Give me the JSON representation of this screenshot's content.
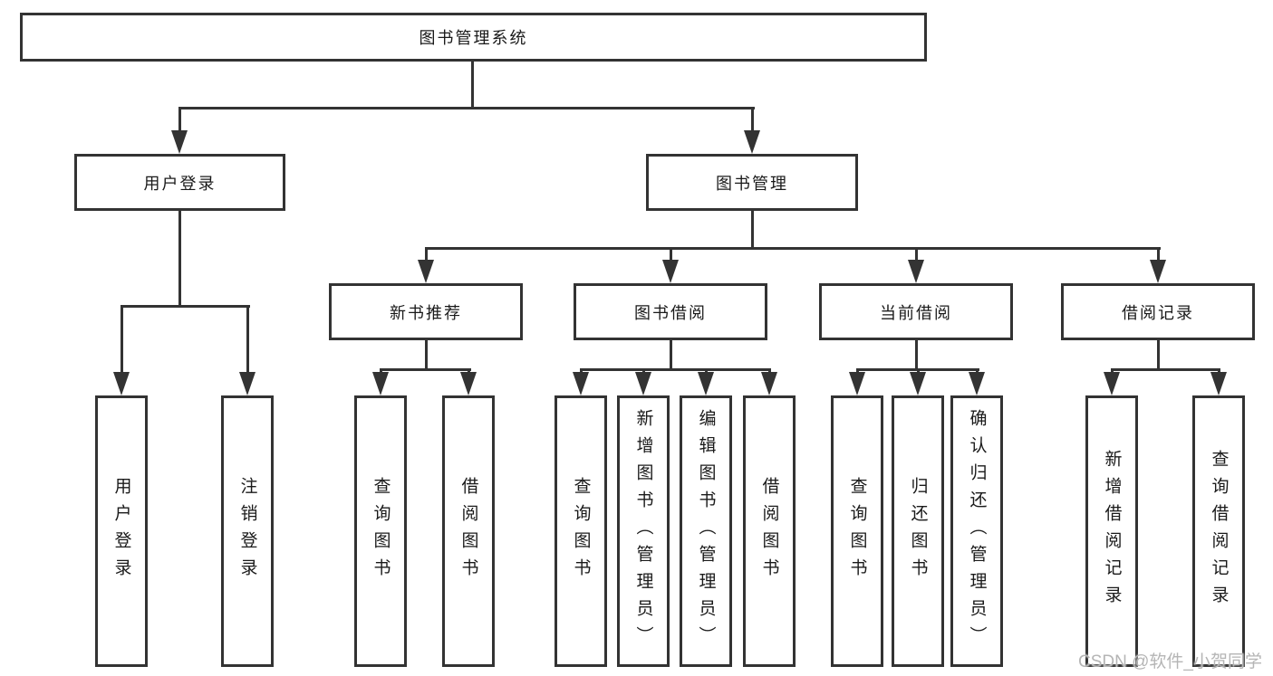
{
  "diagram": {
    "root": "图书管理系统",
    "branches": [
      {
        "label": "用户登录",
        "leaves": [
          "用户登录",
          "注销登录"
        ]
      },
      {
        "label": "图书管理",
        "sections": [
          {
            "label": "新书推荐",
            "leaves": [
              "查询图书",
              "借阅图书"
            ]
          },
          {
            "label": "图书借阅",
            "leaves": [
              "查询图书",
              "新增图书（管理员）",
              "编辑图书（管理员）",
              "借阅图书"
            ]
          },
          {
            "label": "当前借阅",
            "leaves": [
              "查询图书",
              "归还图书",
              "确认归还（管理员）"
            ]
          },
          {
            "label": "借阅记录",
            "leaves": [
              "新增借阅记录",
              "查询借阅记录"
            ]
          }
        ]
      }
    ]
  },
  "watermark": "CSDN @软件_小贺同学",
  "colors": {
    "line": "#333333",
    "text": "#1a1a1a",
    "watermark": "#b5b5b5",
    "background": "#ffffff"
  }
}
